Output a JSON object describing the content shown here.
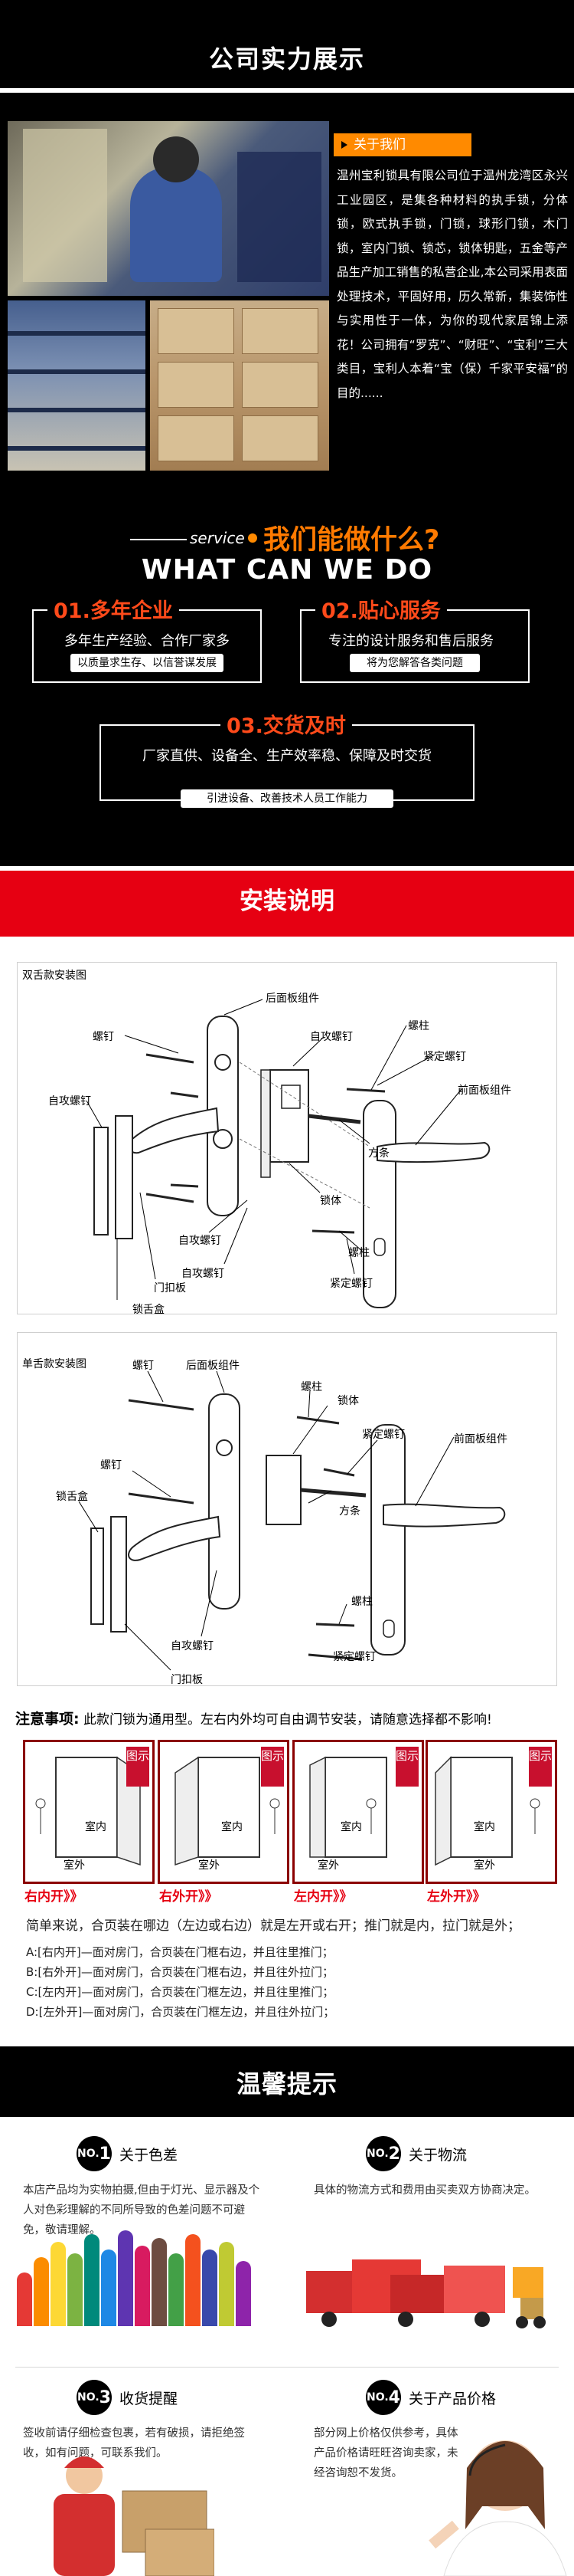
{
  "strength": {
    "title": "公司实力展示",
    "about_label": "关于我们",
    "about_text": "温州宝利锁具有限公司位于温州龙湾区永兴工业园区，是集各种材料的执手锁，分体锁，欧式执手锁，门锁，球形门锁，木门锁，室内门锁、锁芯，锁体钥匙，五金等产品生产加工销售的私营企业,本公司采用表面处理技术，平固好用，历久常新，集装饰性与实用性于一体，为你的现代家居锦上添花！公司拥有“罗克”、“财旺”、“宝利”三大类目，宝利人本着“宝（保）千家平安福”的目的......"
  },
  "service": {
    "word": "service",
    "title_cn": "我们能做什么?",
    "title_en": "WHAT CAN WE DO",
    "features": [
      {
        "title": "01.多年企业",
        "desc": "多年生产经验、合作厂家多",
        "pill": "以质量求生存、以信誉谋发展"
      },
      {
        "title": "02.贴心服务",
        "desc": "专注的设计服务和售后服务",
        "pill": "将为您解答各类问题"
      },
      {
        "title": "03.交货及时",
        "desc": "厂家直供、设备全、生产效率稳、保障及时交货",
        "pill": "引进设备、改善技术人员工作能力"
      }
    ]
  },
  "install": {
    "title": "安装说明",
    "double": {
      "label": "双舌款安装图",
      "parts": [
        "后面板组件",
        "螺钉",
        "自攻螺钉",
        "螺柱",
        "紧定螺钉",
        "前面板组件",
        "自攻螺钉",
        "方条",
        "锁体",
        "自攻螺钉",
        "自攻螺钉",
        "螺柱",
        "紧定螺钉",
        "门扣板",
        "锁舌盒"
      ]
    },
    "single": {
      "label": "单舌款安装图",
      "parts": [
        "螺钉",
        "后面板组件",
        "螺柱",
        "锁体",
        "紧定螺钉",
        "前面板组件",
        "螺钉",
        "方条",
        "锁舌盒",
        "螺柱",
        "自攻螺钉",
        "紧定螺钉",
        "门扣板"
      ]
    },
    "notice": {
      "label": "注意事项:",
      "text": "此款门锁为通用型。左右内外均可自由调节安装，请随意选择都不影响!"
    },
    "door_icon_text": "图示",
    "inside": "室内",
    "outside": "室外",
    "doors": [
      "右内开》》",
      "右外开》》",
      "左内开》》",
      "左外开》》"
    ],
    "rules_intro": "简单来说，合页装在哪边（左边或右边）就是左开或右开；推门就是内，拉门就是外；",
    "rules": [
      "A:[右内开]—面对房门，合页装在门框右边，并且往里推门；",
      "B:[右外开]—面对房门，合页装在门框右边，并且往外拉门；",
      "C:[左内开]—面对房门，合页装在门框左边，并且往里推门；",
      "D:[左外开]—面对房门，合页装在门框左边，并且往外拉门；"
    ]
  },
  "tips": {
    "title": "温馨提示",
    "items": [
      {
        "prefix": "NO.",
        "num": "1",
        "title": "关于色差",
        "text": "本店产品均为实物拍摄,但由于灯光、显示器及个人对色彩理解的不同所导致的色差问题不可避免，敬请理解。"
      },
      {
        "prefix": "NO.",
        "num": "2",
        "title": "关于物流",
        "text": "具体的物流方式和费用由买卖双方协商决定。"
      },
      {
        "prefix": "NO.",
        "num": "3",
        "title": "收货提醒",
        "text": "签收前请仔细检查包裹，若有破损，请拒绝签收，如有问题，可联系我们。"
      },
      {
        "prefix": "NO.",
        "num": "4",
        "title": "关于产品价格",
        "text": "部分网上价格仅供参考，具体产品价格请旺旺咨询卖家，未经咨询恕不发货。"
      }
    ]
  },
  "colors": {
    "accent_red": "#e60012",
    "accent_orange": "#ff8a00",
    "feature_red": "#ff4a1a"
  }
}
